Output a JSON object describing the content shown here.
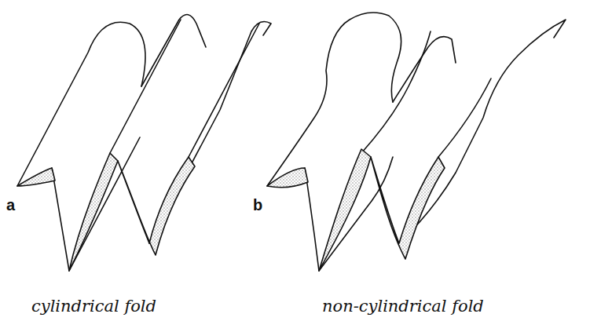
{
  "diagram": {
    "labels": [
      "a",
      "b",
      "cylindrical fold",
      "non-cylindrical fold"
    ]
  }
}
